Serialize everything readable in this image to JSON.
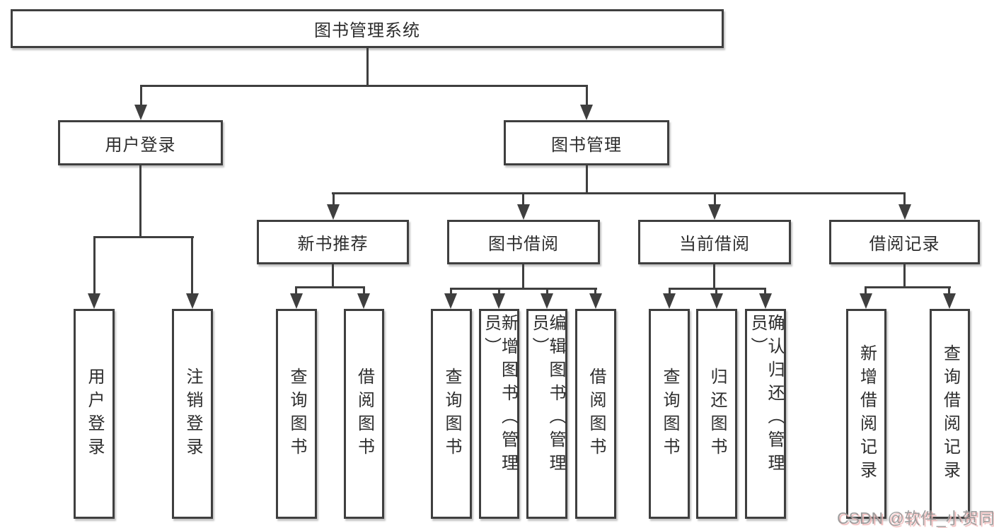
{
  "diagram_title": "图书管理系统",
  "tree": {
    "root": "图书管理系统",
    "branches": [
      {
        "label": "用户登录",
        "children": [
          "用户登录",
          "注销登录"
        ]
      },
      {
        "label": "图书管理",
        "groups": [
          {
            "label": "新书推荐",
            "children": [
              "查询图书",
              "借阅图书"
            ]
          },
          {
            "label": "图书借阅",
            "children": [
              "查询图书",
              "新增图书（管理员）",
              "编辑图书（管理员）",
              "借阅图书"
            ]
          },
          {
            "label": "当前借阅",
            "children": [
              "查询图书",
              "归还图书",
              "确认归还（管理员）"
            ]
          },
          {
            "label": "借阅记录",
            "children": [
              "新增借阅记录",
              "查询借阅记录"
            ]
          }
        ]
      }
    ]
  },
  "watermark": "CSDN @软件_小贺同学",
  "colors": {
    "line": "#3f3f3f",
    "box_border": "#3f3f3f",
    "text": "#2d2d2d",
    "background": "#ffffff",
    "watermark_text": "#969696",
    "watermark_shadow": "#f0b9b9"
  }
}
